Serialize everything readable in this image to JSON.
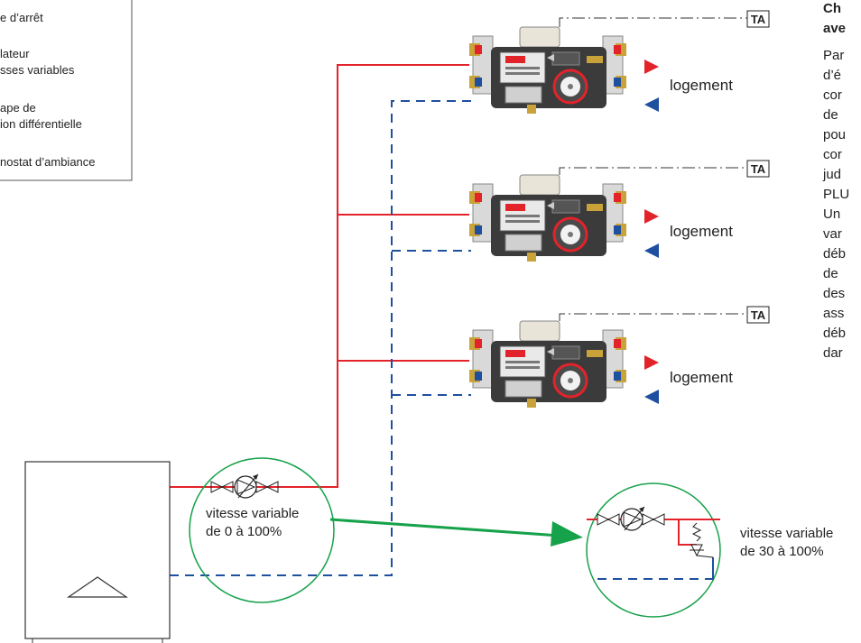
{
  "legend": {
    "items": [
      {
        "lines": [
          "e d’arrêt"
        ]
      },
      {
        "lines": [
          "lateur",
          "sses variables"
        ]
      },
      {
        "lines": [
          "ape de",
          "ion différentielle"
        ]
      },
      {
        "lines": [
          "nostat d’ambiance"
        ]
      }
    ]
  },
  "thermostat_label": "TA",
  "units": [
    {
      "label": "logement"
    },
    {
      "label": "logement"
    },
    {
      "label": "logement"
    }
  ],
  "boiler_pump": {
    "lines": [
      "vitesse variable",
      "de 0 à 100%"
    ]
  },
  "detail_pump": {
    "lines": [
      "vitesse variable",
      "de 30 à 100%"
    ]
  },
  "side_text": {
    "title_lines": [
      "Ch",
      "ave"
    ],
    "body_lines": [
      "Par",
      "d’é",
      "cor",
      "de",
      "pou",
      "cor",
      "jud",
      "PLU",
      "Un",
      "var",
      "déb",
      "de",
      "des",
      "ass",
      "déb",
      "dar"
    ]
  },
  "colors": {
    "supply": "#e3232a",
    "return": "#1f4f9f",
    "highlight": "#16a24a",
    "module_body": "#3b3b3b"
  }
}
